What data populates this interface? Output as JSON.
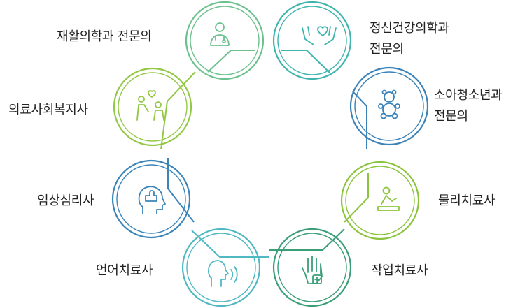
{
  "diagram": {
    "roles": [
      {
        "id": "rehab",
        "lines": [
          "재활의학과 전문의"
        ],
        "icon": "doctor-icon",
        "color": "#6cc18e"
      },
      {
        "id": "psych",
        "lines": [
          "정신건강의학과",
          "전문의"
        ],
        "icon": "hands-heart-icon",
        "color": "#3fb5ae"
      },
      {
        "id": "pediatric",
        "lines": [
          "소아청소년과",
          "전문의"
        ],
        "icon": "teddy-bear-icon",
        "color": "#3a82b8"
      },
      {
        "id": "physical",
        "lines": [
          "물리치료사"
        ],
        "icon": "physical-therapy-icon",
        "color": "#8cc43e"
      },
      {
        "id": "occupational",
        "lines": [
          "작업치료사"
        ],
        "icon": "hand-plus-icon",
        "color": "#3a9e78"
      },
      {
        "id": "speech",
        "lines": [
          "언어치료사"
        ],
        "icon": "speaking-head-icon",
        "color": "#4fb8c2"
      },
      {
        "id": "clinical",
        "lines": [
          "임상심리사"
        ],
        "icon": "head-puzzle-icon",
        "color": "#3a84b8"
      },
      {
        "id": "social",
        "lines": [
          "의료사회복지사"
        ],
        "icon": "family-care-icon",
        "color": "#93c846"
      }
    ]
  }
}
